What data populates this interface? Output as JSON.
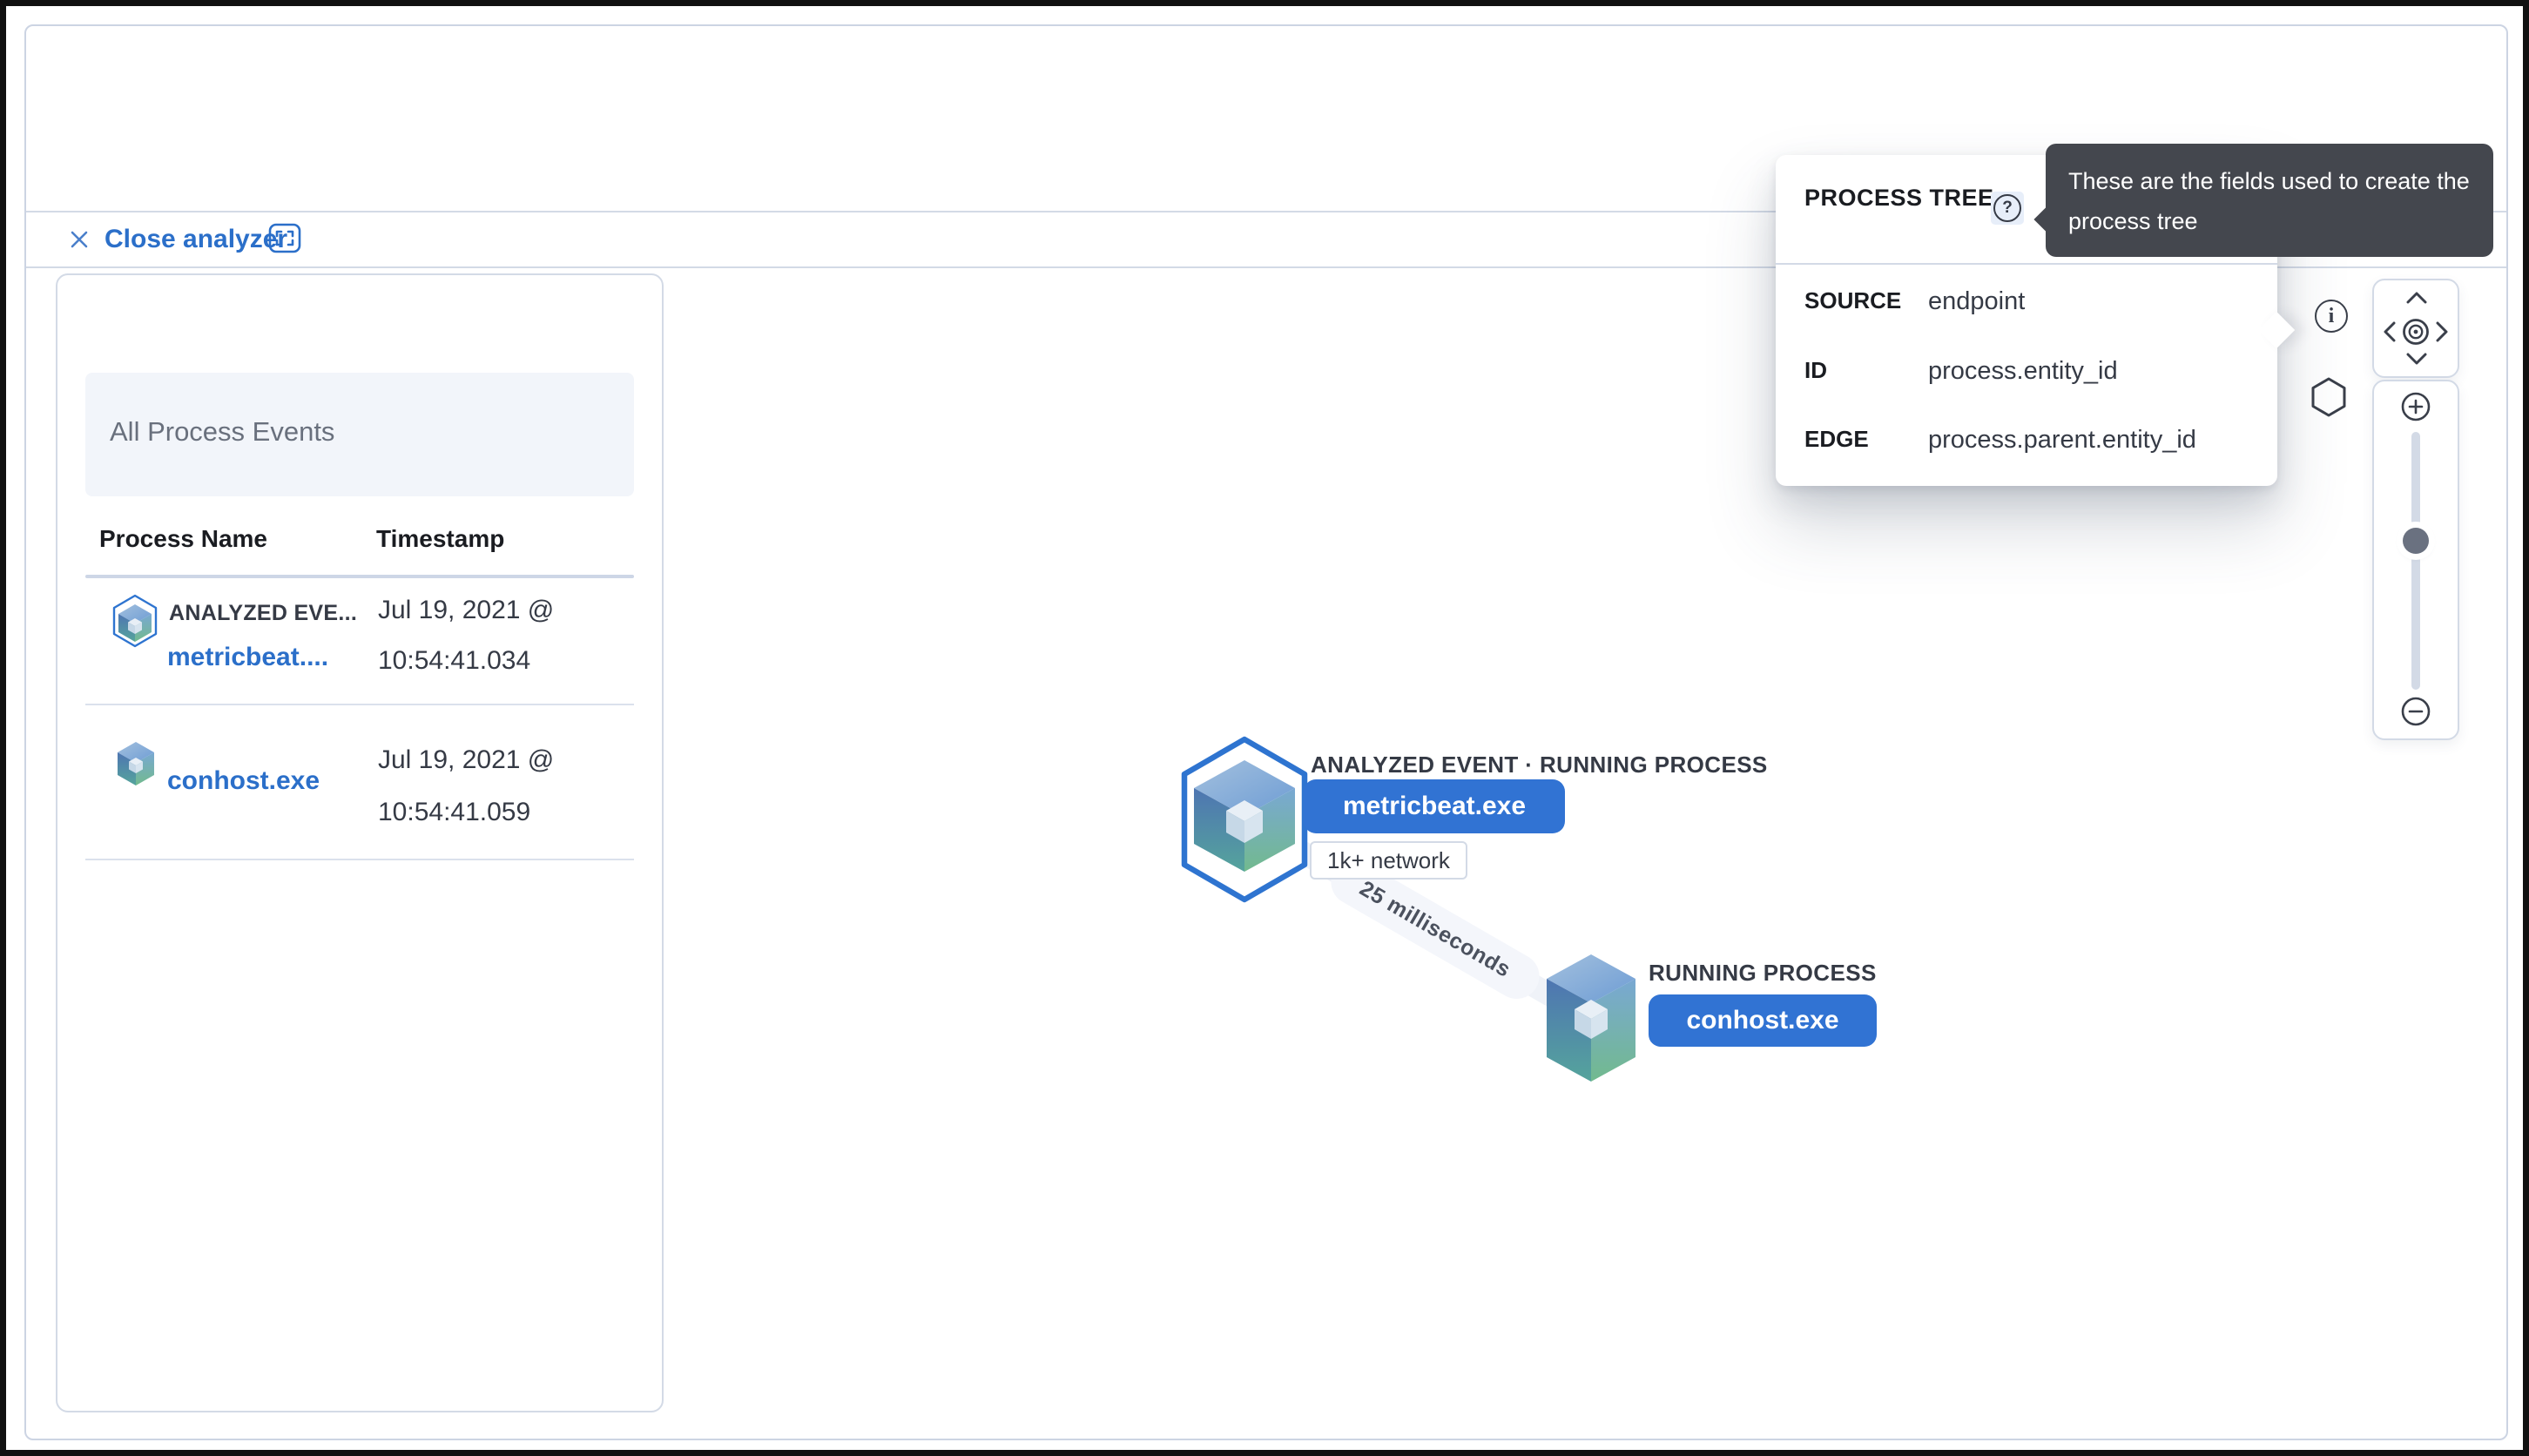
{
  "toolbar": {
    "close_label": "Close analyzer"
  },
  "events_panel": {
    "title": "All Process Events",
    "columns": [
      "Process Name",
      "Timestamp"
    ],
    "rows": [
      {
        "badge": "ANALYZED EVE...",
        "name": "metricbeat....",
        "timestamp_line1": "Jul 19, 2021 @",
        "timestamp_line2": "10:54:41.034"
      },
      {
        "badge": "",
        "name": "conhost.exe",
        "timestamp_line1": "Jul 19, 2021 @",
        "timestamp_line2": "10:54:41.059"
      }
    ]
  },
  "popover": {
    "title": "PROCESS TREE",
    "help_glyph": "?",
    "rows": [
      {
        "label": "SOURCE",
        "value": "endpoint"
      },
      {
        "label": "ID",
        "value": "process.entity_id"
      },
      {
        "label": "EDGE",
        "value": "process.parent.entity_id"
      }
    ]
  },
  "tooltip": {
    "text": "These are the fields used to create the process tree"
  },
  "graph": {
    "analyzed_node": {
      "label": "ANALYZED EVENT · RUNNING PROCESS",
      "button": "metricbeat.exe",
      "badge": "1k+ network"
    },
    "running_node": {
      "label": "RUNNING PROCESS",
      "button": "conhost.exe"
    },
    "edge_label": "25 milliseconds"
  },
  "controls": {
    "info_glyph": "i"
  },
  "icons": [
    "close-icon",
    "fullscreen-icon",
    "help-icon",
    "info-icon",
    "hexagon-icon",
    "pan-up-icon",
    "pan-down-icon",
    "pan-left-icon",
    "pan-right-icon",
    "locate-icon",
    "zoom-in-icon",
    "zoom-out-icon",
    "process-cube-icon"
  ],
  "colors": {
    "link_blue": "#2b6fc9",
    "button_blue": "#3173d3",
    "tooltip_bg": "#44474e",
    "divider": "#d3dae6",
    "muted_text": "#69707d",
    "dark_text": "#1a1c21"
  }
}
